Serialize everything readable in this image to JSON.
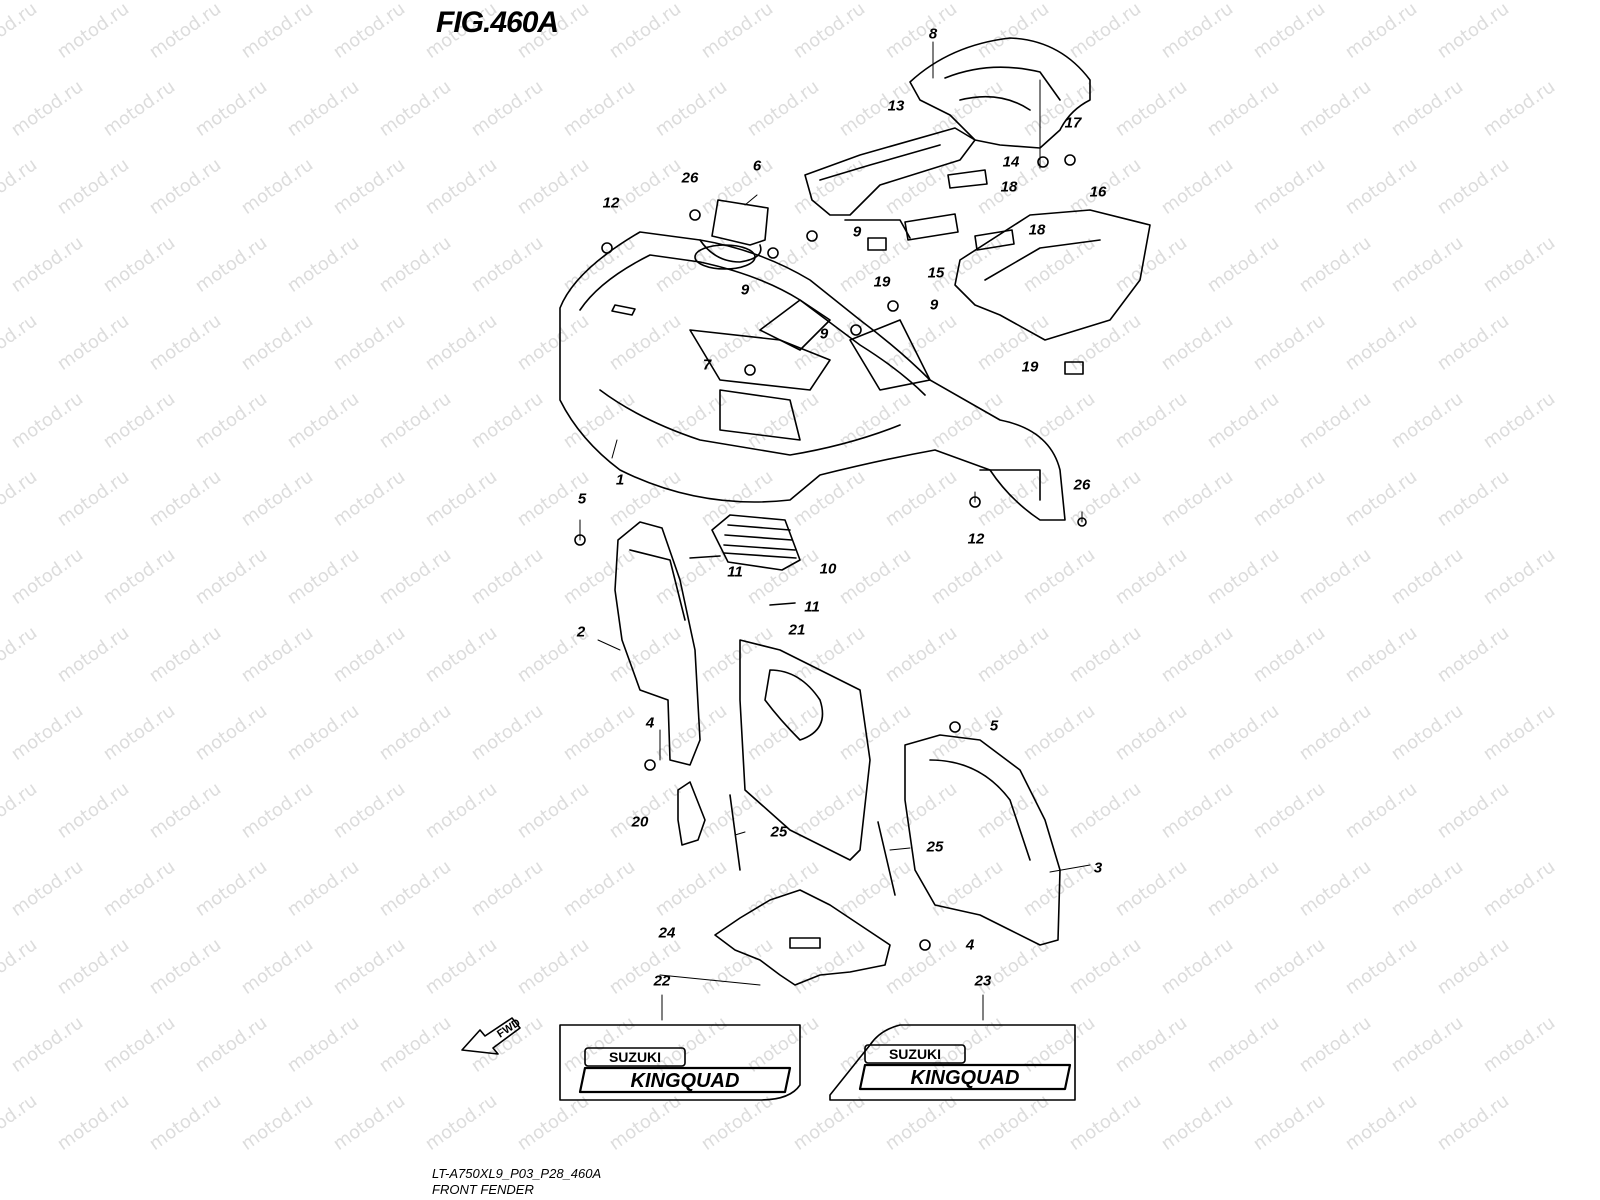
{
  "watermark": "motod.ru",
  "figure": {
    "title": "FIG.460A",
    "code": "LT-A750XL9_P03_P28_460A",
    "caption": "FRONT FENDER"
  },
  "fwd_label": "FWD",
  "decal_left": {
    "brand": "SUZUKI",
    "model": "KINGQUAD"
  },
  "decal_right": {
    "brand": "SUZUKI",
    "model": "KINGQUAD"
  },
  "callouts": {
    "c1": "1",
    "c2": "2",
    "c3": "3",
    "c4a": "4",
    "c4b": "4",
    "c5a": "5",
    "c5b": "5",
    "c6": "6",
    "c7": "7",
    "c8": "8",
    "c9a": "9",
    "c9b": "9",
    "c9c": "9",
    "c9d": "9",
    "c10": "10",
    "c11a": "11",
    "c11b": "11",
    "c12a": "12",
    "c12b": "12",
    "c13": "13",
    "c14": "14",
    "c15": "15",
    "c16": "16",
    "c17": "17",
    "c18a": "18",
    "c18b": "18",
    "c19a": "19",
    "c19b": "19",
    "c20": "20",
    "c21": "21",
    "c22": "22",
    "c23": "23",
    "c24": "24",
    "c25a": "25",
    "c25b": "25",
    "c26a": "26",
    "c26b": "26"
  },
  "colors": {
    "line": "#000000",
    "watermark": "#dcdcdc",
    "background": "#ffffff"
  }
}
